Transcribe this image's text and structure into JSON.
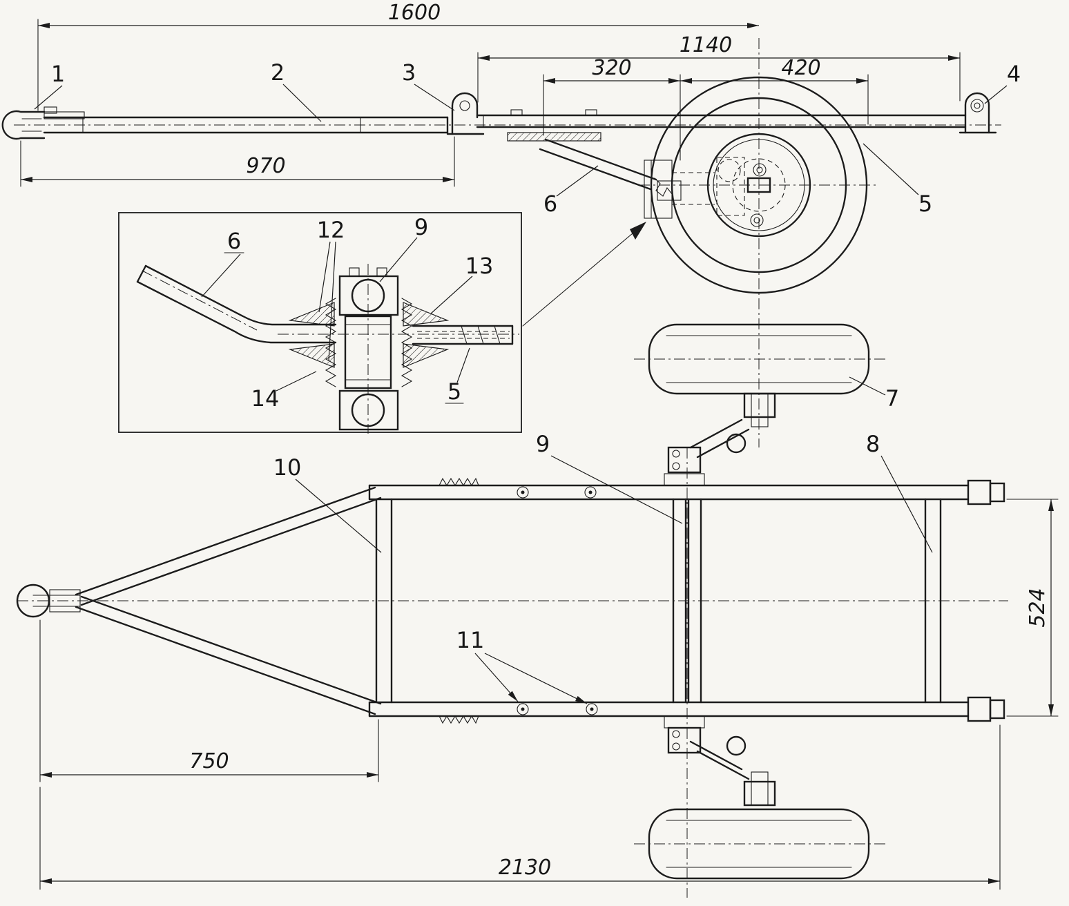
{
  "drawing": {
    "dimensions": {
      "d1600": "1600",
      "d1140": "1140",
      "d320": "320",
      "d420": "420",
      "d970": "970",
      "d750": "750",
      "d524": "524",
      "d2130": "2130"
    },
    "callouts": {
      "n1": "1",
      "n2": "2",
      "n3": "3",
      "n4": "4",
      "n5": "5",
      "n6": "6",
      "n7": "7",
      "n8": "8",
      "n9": "9",
      "n10": "10",
      "n11": "11",
      "n12": "12",
      "n13": "13",
      "n14": "14"
    }
  }
}
